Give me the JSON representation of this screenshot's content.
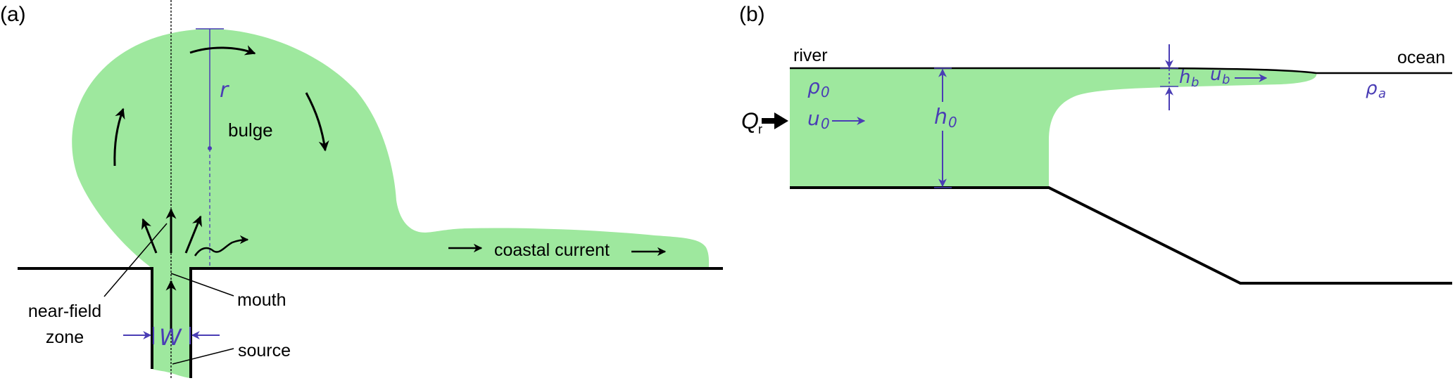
{
  "figure": {
    "colors": {
      "plume_fill": "#9ee89e",
      "annotation_blue": "#4a3db5",
      "line_black": "#000000"
    },
    "panel_a": {
      "panel_label": "(a)",
      "labels": {
        "bulge": "bulge",
        "coastal_current": "coastal current",
        "near_field_line1": "near-field",
        "near_field_line2": "zone",
        "mouth": "mouth",
        "source": "source"
      },
      "symbols": {
        "radius": "r",
        "width": "W"
      }
    },
    "panel_b": {
      "panel_label": "(b)",
      "labels": {
        "river": "river",
        "ocean": "ocean"
      },
      "symbols": {
        "discharge": "Q",
        "discharge_sub": "r",
        "river_density": "ρ",
        "river_density_sub": "0",
        "river_velocity": "u",
        "river_velocity_sub": "0",
        "river_depth": "h",
        "river_depth_sub": "0",
        "plume_depth": "h",
        "plume_depth_sub": "b",
        "plume_velocity": "u",
        "plume_velocity_sub": "b",
        "ambient_density": "ρ",
        "ambient_density_sub": "a"
      }
    }
  }
}
